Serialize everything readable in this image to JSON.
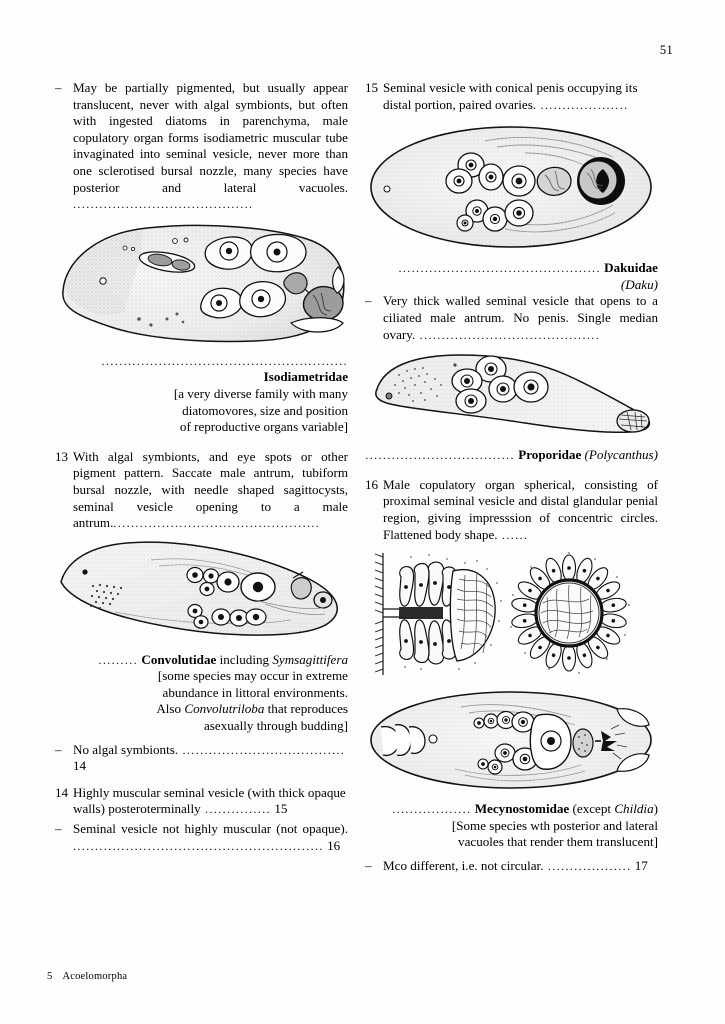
{
  "page": {
    "folio_top": "51",
    "footer_chapter_number": "5",
    "footer_chapter_title": "Acoelomorpha"
  },
  "left_column": {
    "entry_12_alt": {
      "lead": "–",
      "text": "May be partially pigmented, but usually appear translucent, never with algal symbionts, but often with ingested diatoms in parenchyma, male copulatory organ forms isodiametric muscular tube invaginated into seminal vesicle, never more than one sclerotised bursal nozzle, many species have posterior and lateral vacuoles.",
      "leader": " ........................................."
    },
    "figure_isodiametridae": {
      "name": "isodiametrid-worm-illustration",
      "caption_leader": "........................................................",
      "family": "Isodiametridae",
      "note_lines": [
        "[a very diverse family with many",
        "diatomovores, size and position",
        "of reproductive organs variable]"
      ]
    },
    "entry_13": {
      "lead": "13",
      "text": "With algal symbionts, and eye spots or other pigment pattern. Saccate male antrum, tubiform bursal nozzle, with needle shaped sagittocysts, seminal vesicle opening to a male antrum.",
      "leader": "..............................................."
    },
    "figure_convolutidae": {
      "name": "convolutid-worm-illustration",
      "caption_leader": ".........",
      "family": "Convolutidae",
      "including_label": "including",
      "genus": "Symsagittifera",
      "note_lines": [
        "[some species may occur in extreme",
        "abundance in littoral environments.",
        "Also Convolutriloba that reproduces",
        "asexually through budding]"
      ],
      "note_italic_word": "Convolutriloba"
    },
    "entry_13_alt": {
      "lead": "–",
      "text": "No algal symbionts.",
      "leader": " .....................................",
      "goto": "14"
    },
    "entry_14": {
      "lead": "14",
      "text": "Highly muscular seminal vesicle (with thick opaque walls) posteroterminally",
      "leader": " ...............",
      "goto": "15"
    },
    "entry_14_alt": {
      "lead": "–",
      "text": "Seminal vesicle not highly muscular (not opaque).",
      "leader": " .........................................................",
      "goto": "16"
    }
  },
  "right_column": {
    "entry_15": {
      "lead": "15",
      "text": "Seminal vesicle with conical penis occupying its distal portion, paired ovaries.",
      "leader": " ...................."
    },
    "figure_dakuidae": {
      "name": "dakuid-worm-illustration",
      "caption_leader": "..............................................",
      "family": "Dakuidae",
      "genus": "(Daku)"
    },
    "entry_15_alt": {
      "lead": "–",
      "text": "Very thick walled seminal vesicle that opens to a ciliated male antrum. No penis. Single median ovary.",
      "leader": " ........................................."
    },
    "figure_proporidae": {
      "name": "proporid-worm-illustration",
      "caption_leader": "..................................",
      "family": "Proporidae",
      "genus": "(Polycanthus)"
    },
    "entry_16": {
      "lead": "16",
      "text": "Male copulatory organ spherical, consisting of proximal seminal vesicle and distal glandular penial region, giving impresssion of concentric circles. Flattened body shape.",
      "leader": " ......"
    },
    "figure_mco_detail": {
      "name": "mco-concentric-circles-illustration"
    },
    "figure_mecynostomidae": {
      "name": "mecynostomid-worm-illustration",
      "caption_leader": "..................",
      "family": "Mecynostomidae",
      "qualifier_open": "(except",
      "genus": "Childia",
      "qualifier_close": ")",
      "note_lines": [
        "[Some species wth posterior and lateral",
        "vacuoles that render them translucent]"
      ]
    },
    "entry_16_alt": {
      "lead": "–",
      "text": "Mco different, i.e. not circular.",
      "leader": " ...................",
      "goto": "17"
    }
  }
}
